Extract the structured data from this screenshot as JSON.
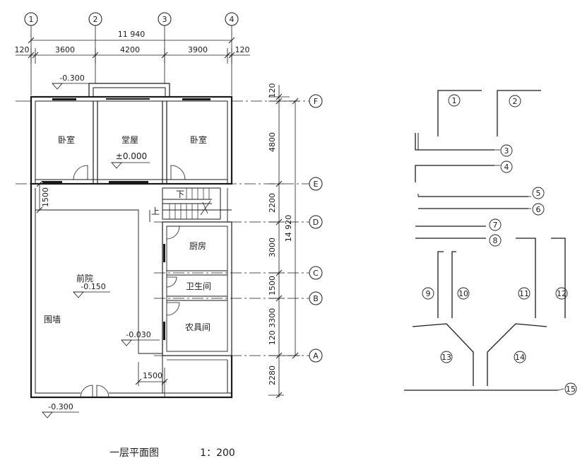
{
  "axis_numbers": [
    "1",
    "2",
    "3",
    "4"
  ],
  "axis_letters": [
    "F",
    "E",
    "D",
    "C",
    "B",
    "A"
  ],
  "dims_top": {
    "total": "11 940",
    "left_wall": "120",
    "bay1": "3600",
    "bay2": "4200",
    "bay3": "3900",
    "right_wall": "120"
  },
  "dims_right": {
    "total": "14 920",
    "seg_f_wall": "120",
    "seg_fe": "4800",
    "seg_ed": "2200",
    "seg_dc": "3000",
    "seg_cb": "1500",
    "seg_ba": "120 3300",
    "seg_below_a": "2280"
  },
  "dims_inner": {
    "left_1500": "1500",
    "bottom_1500": "1500"
  },
  "levels": {
    "entry_top": "-0.300",
    "hall": "±0.000",
    "court": "-0.150",
    "step": "-0.030",
    "bottom": "-0.300"
  },
  "rooms": {
    "bedroom_left": "卧室",
    "hall": "堂屋",
    "bedroom_right": "卧室",
    "kitchen": "厨房",
    "bathroom": "卫生间",
    "tool_room": "农具间",
    "front_yard": "前院",
    "enclosure_wall": "围墙"
  },
  "stair": {
    "down": "下",
    "up": "上"
  },
  "drawing_title": "一层平面图",
  "drawing_scale": "1：200",
  "detail_labels": [
    "1",
    "2",
    "3",
    "4",
    "5",
    "6",
    "7",
    "8",
    "9",
    "10",
    "11",
    "12",
    "13",
    "14",
    "15"
  ]
}
